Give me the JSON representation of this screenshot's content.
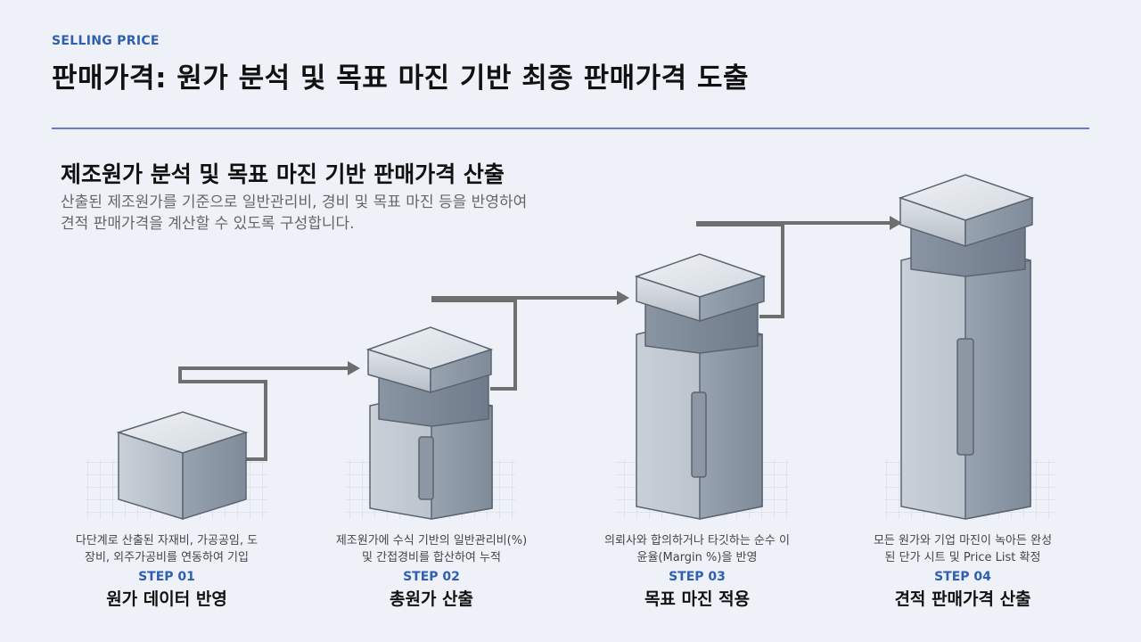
{
  "header": {
    "eyebrow": "SELLING PRICE",
    "title": "판매가격: 원가 분석 및 목표 마진 기반 최종 판매가격 도출"
  },
  "section": {
    "title": "제조원가 분석 및 목표 마진 기반 판매가격 산출",
    "desc_line1": "산출된 제조원가를 기준으로 일반관리비, 경비 및 목표 마진 등을 반영하여",
    "desc_line2": "견적 판매가격을 계산할 수 있도록 구성합니다."
  },
  "steps": [
    {
      "num": "STEP 01",
      "title": "원가 데이터 반영",
      "desc_line1": "다단계로 산출된 자재비, 가공공임, 도",
      "desc_line2": "장비, 외주가공비를 연동하여 기입"
    },
    {
      "num": "STEP 02",
      "title": "총원가 산출",
      "desc_line1": "제조원가에 수식 기반의 일반관리비(%)",
      "desc_line2": "및 간접경비를 합산하여 누적"
    },
    {
      "num": "STEP 03",
      "title": "목표 마진 적용",
      "desc_line1": "의뢰사와 합의하거나 타깃하는 순수 이",
      "desc_line2": "윤율(Margin %)을 반영"
    },
    {
      "num": "STEP 04",
      "title": "견적 판매가격 산출",
      "desc_line1": "모든 원가와 기업 마진이 녹아든 완성",
      "desc_line2": "된 단가 시트 및 Price List 확정"
    }
  ],
  "colors": {
    "accent": "#2f5fb0",
    "rule": "#5b82cf",
    "arrow": "#6e6e6e"
  }
}
